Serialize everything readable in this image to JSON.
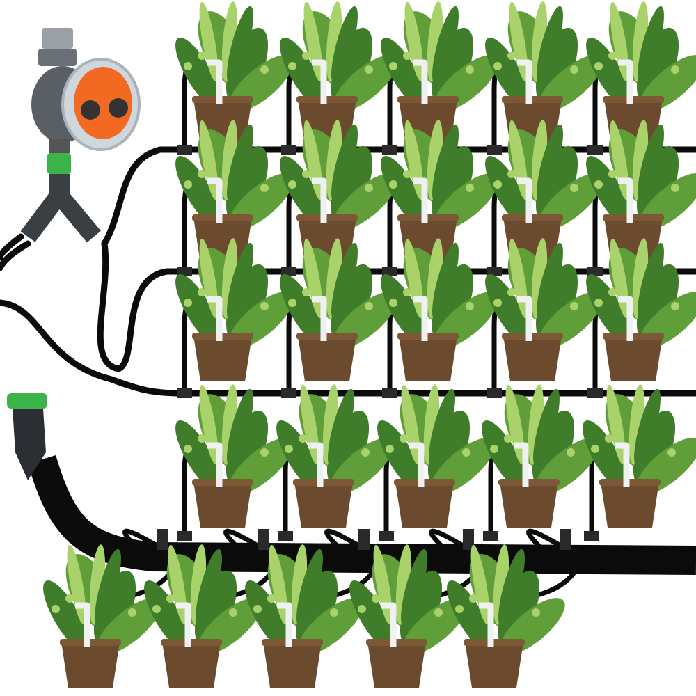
{
  "scene": {
    "subject": "drip-irrigation-kit",
    "colors": {
      "background": "#ffffff",
      "tube": "#0b0b0b",
      "pot": "#6b4a2e",
      "pot_rim": "#7d5836",
      "leaf_dark": "#3f7d2a",
      "leaf_mid": "#5f9e38",
      "leaf_light": "#a9d36a",
      "dripper": "#eef0f2",
      "timer_body": "#5a5f66",
      "timer_face": "#f26a21",
      "connector_green": "#3cb34a"
    },
    "plant_rows": [
      {
        "count": 5
      },
      {
        "count": 5
      },
      {
        "count": 5
      },
      {
        "count": 5
      },
      {
        "count": 5
      }
    ]
  }
}
